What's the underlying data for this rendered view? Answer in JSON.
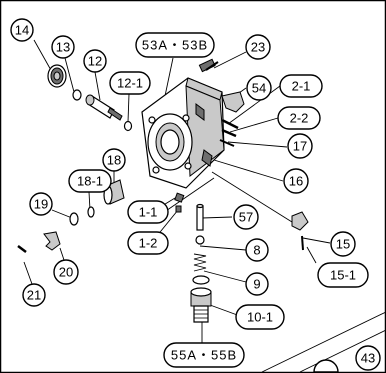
{
  "labels": {
    "p14": "14",
    "p13": "13",
    "p12": "12",
    "p12_1": "12-1",
    "p53": "53A・53B",
    "p23": "23",
    "p54": "54",
    "p2_1": "2-1",
    "p2_2": "2-2",
    "p17": "17",
    "p16": "16",
    "p18": "18",
    "p18_1": "18-1",
    "p19": "19",
    "p1_1": "1-1",
    "p1_2": "1-2",
    "p57": "57",
    "p8": "8",
    "p9": "9",
    "p10_1": "10-1",
    "p15": "15",
    "p15_1": "15-1",
    "p20": "20",
    "p21": "21",
    "p55": "55A・55B",
    "p43": "43"
  }
}
